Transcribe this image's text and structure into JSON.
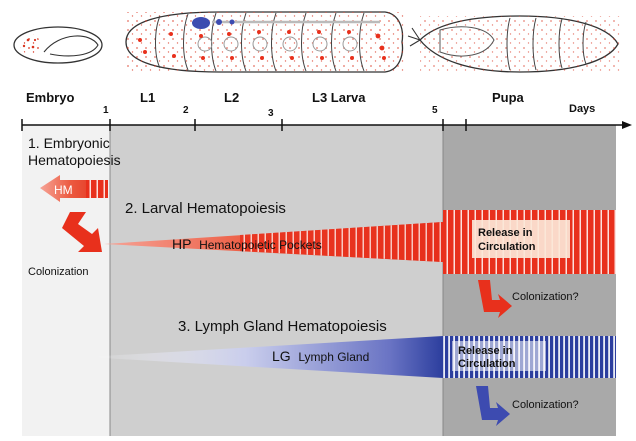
{
  "stages": {
    "embryo": "Embryo",
    "l1": "L1",
    "l2": "L2",
    "l3": "L3 Larva",
    "pupa": "Pupa",
    "days_label": "Days"
  },
  "day_ticks": [
    "1",
    "2",
    "3",
    "5"
  ],
  "sections": {
    "embryonic": {
      "title_line1": "1. Embryonic",
      "title_line2": "Hematopoiesis",
      "abbrev": "HM",
      "colonization": "Colonization"
    },
    "larval": {
      "title": "2. Larval Hematopoiesis",
      "abbrev": "HP",
      "full": "Hematopoietic Pockets",
      "release_line1": "Release in",
      "release_line2": "Circulation",
      "colonization": "Colonization?"
    },
    "lymph": {
      "title": "3. Lymph Gland Hematopoiesis",
      "abbrev": "LG",
      "full": "Lymph Gland",
      "release_line1": "Release in",
      "release_line2": "Circulation",
      "colonization": "Colonization?"
    }
  },
  "colors": {
    "red": "#e8301c",
    "blue": "#2c3e9e",
    "larval_panel": "#cfcfcf",
    "pupal_panel": "#a9a9a9",
    "embryo_panel": "#f2f2f2"
  }
}
